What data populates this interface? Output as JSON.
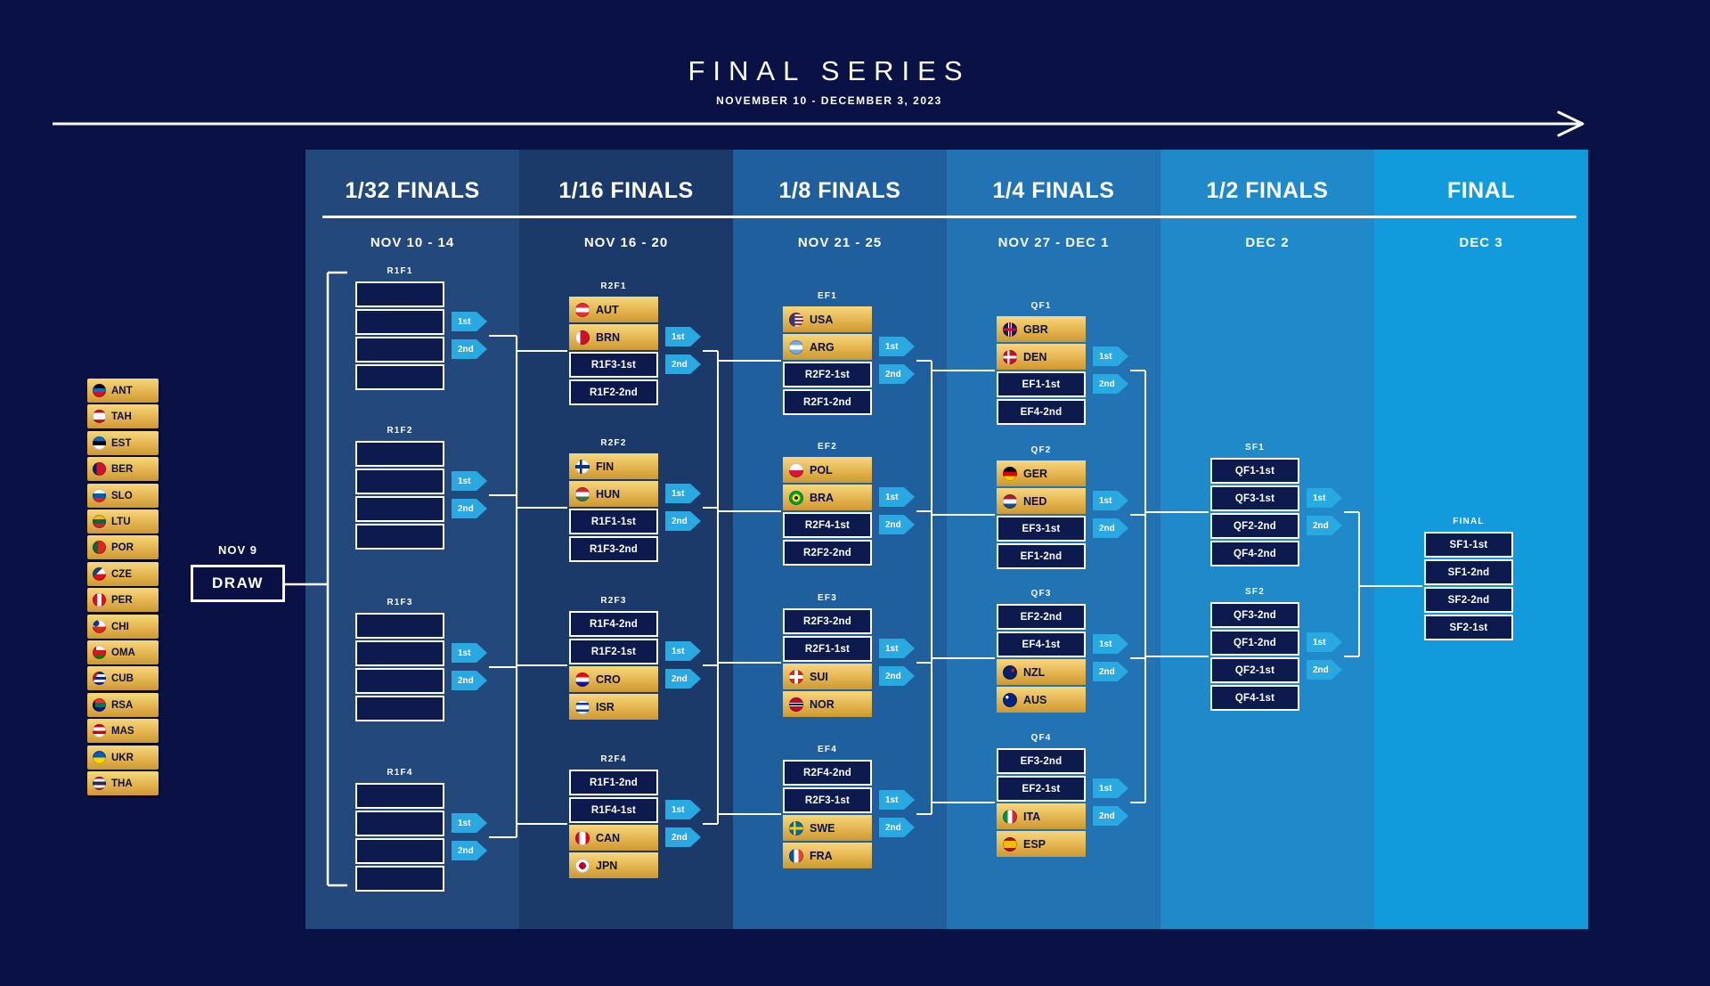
{
  "header": {
    "title": "FINAL SERIES",
    "subtitle": "NOVEMBER 10 - DECEMBER 3, 2023"
  },
  "draw": {
    "date": "NOV 9",
    "label": "DRAW"
  },
  "badges": {
    "first": "1st",
    "second": "2nd"
  },
  "colors": {
    "background": "#0a1144",
    "gold": "#e2b14b",
    "badge_blue": "#29a9e1",
    "line": "#ffffff",
    "panel_colors": [
      "#23487c",
      "#1b3a6a",
      "#1f5f9e",
      "#2273b4",
      "#2089ca",
      "#129bdc"
    ]
  },
  "entry_teams": [
    {
      "code": "ANT",
      "flag": "linear-gradient(180deg,#000000 0%,#000000 35%,#0072c6 35%,#0072c6 60%,#ce1126 60%,#ce1126 100%)"
    },
    {
      "code": "TAH",
      "flag": "linear-gradient(180deg,#ce1126 0%,#ce1126 25%,#ffffff 25%,#ffffff 75%,#ce1126 75%,#ce1126 100%)"
    },
    {
      "code": "EST",
      "flag": "linear-gradient(180deg,#0072ce 0%,#0072ce 33%,#000000 33%,#000000 66%,#ffffff 66%,#ffffff 100%)"
    },
    {
      "code": "BER",
      "flag": "linear-gradient(90deg,#012169 0%,#012169 30%,#cf142b 30%,#cf142b 100%)"
    },
    {
      "code": "SLO",
      "flag": "linear-gradient(180deg,#ffffff 0%,#ffffff 33%,#005da4 33%,#005da4 66%,#ed1c24 66%,#ed1c24 100%)"
    },
    {
      "code": "LTU",
      "flag": "linear-gradient(180deg,#fdb913 0%,#fdb913 33%,#006a44 33%,#006a44 66%,#c1272d 66%,#c1272d 100%)"
    },
    {
      "code": "POR",
      "flag": "linear-gradient(90deg,#046a38 0%,#046a38 40%,#da291c 40%,#da291c 100%)"
    },
    {
      "code": "CZE",
      "flag": "linear-gradient(135deg,#11457e 0%,#11457e 40%,rgba(0,0,0,0) 40%),linear-gradient(180deg,#ffffff 0%,#ffffff 50%,#d7141a 50%,#d7141a 100%)"
    },
    {
      "code": "PER",
      "flag": "linear-gradient(90deg,#d91023 0%,#d91023 33%,#ffffff 33%,#ffffff 66%,#d91023 66%,#d91023 100%)"
    },
    {
      "code": "CHI",
      "flag": "radial-gradient(circle at 25% 25%,#0039a6 0%,#0039a6 22%,rgba(0,0,0,0) 23%),linear-gradient(180deg,#ffffff 0%,#ffffff 50%,#d52b1e 50%,#d52b1e 100%)"
    },
    {
      "code": "OMA",
      "flag": "linear-gradient(90deg,#db161b 0%,#db161b 28%,rgba(0,0,0,0) 28%),linear-gradient(180deg,#ffffff 0%,#ffffff 33%,#db161b 33%,#db161b 66%,#008000 66%,#008000 100%)"
    },
    {
      "code": "CUB",
      "flag": "linear-gradient(120deg,#cb1515 0%,#cb1515 30%,rgba(0,0,0,0) 30%),linear-gradient(180deg,#002a8f 0%,#002a8f 20%,#ffffff 20%,#ffffff 40%,#002a8f 40%,#002a8f 60%,#ffffff 60%,#ffffff 80%,#002a8f 80%,#002a8f 100%)"
    },
    {
      "code": "RSA",
      "flag": "linear-gradient(90deg,#000000 0%,#000000 18%,rgba(0,0,0,0) 18%),linear-gradient(180deg,#de3831 0%,#de3831 33%,#007847 33%,#007847 66%,#001489 66%,#001489 100%)"
    },
    {
      "code": "MAS",
      "flag": "linear-gradient(180deg,#cc0001 0%,#cc0001 25%,#ffffff 25%,#ffffff 50%,#cc0001 50%,#cc0001 75%,#ffffff 75%,#ffffff 100%)"
    },
    {
      "code": "UKR",
      "flag": "linear-gradient(180deg,#005bbb 0%,#005bbb 50%,#ffd500 50%,#ffd500 100%)"
    },
    {
      "code": "THA",
      "flag": "linear-gradient(180deg,#a51931 0%,#a51931 18%,#f4f5f8 18%,#f4f5f8 36%,#2d2a4a 36%,#2d2a4a 64%,#f4f5f8 64%,#f4f5f8 82%,#a51931 82%,#a51931 100%)"
    }
  ],
  "columns": [
    {
      "title": "1/32 FINALS",
      "dates": "NOV 10 - 14",
      "groups": [
        {
          "label": "R1F1",
          "rows": [
            {
              "type": "empty"
            },
            {
              "type": "empty"
            },
            {
              "type": "empty"
            },
            {
              "type": "empty"
            }
          ]
        },
        {
          "label": "R1F2",
          "rows": [
            {
              "type": "empty"
            },
            {
              "type": "empty"
            },
            {
              "type": "empty"
            },
            {
              "type": "empty"
            }
          ]
        },
        {
          "label": "R1F3",
          "rows": [
            {
              "type": "empty"
            },
            {
              "type": "empty"
            },
            {
              "type": "empty"
            },
            {
              "type": "empty"
            }
          ]
        },
        {
          "label": "R1F4",
          "rows": [
            {
              "type": "empty"
            },
            {
              "type": "empty"
            },
            {
              "type": "empty"
            },
            {
              "type": "empty"
            }
          ]
        }
      ]
    },
    {
      "title": "1/16 FINALS",
      "dates": "NOV 16 - 20",
      "groups": [
        {
          "label": "R2F1",
          "rows": [
            {
              "type": "team",
              "code": "AUT",
              "flag": "linear-gradient(180deg,#ed2939 0%,#ed2939 33%,#ffffff 33%,#ffffff 66%,#ed2939 66%,#ed2939 100%)"
            },
            {
              "type": "team",
              "code": "BRN",
              "flag": "linear-gradient(90deg,#ffffff 0%,#ffffff 35%,#ce1126 35%,#ce1126 100%)"
            },
            {
              "type": "ref",
              "label": "R1F3-1st"
            },
            {
              "type": "ref",
              "label": "R1F2-2nd"
            }
          ]
        },
        {
          "label": "R2F2",
          "rows": [
            {
              "type": "team",
              "code": "FIN",
              "flag": "linear-gradient(90deg,rgba(0,0,0,0) 0%,rgba(0,0,0,0) 30%,#003580 30%,#003580 48%,rgba(0,0,0,0) 48%,rgba(0,0,0,0) 100%),linear-gradient(180deg,#ffffff 0%,#ffffff 38%,#003580 38%,#003580 62%,#ffffff 62%,#ffffff 100%)"
            },
            {
              "type": "team",
              "code": "HUN",
              "flag": "linear-gradient(180deg,#cd2a3e 0%,#cd2a3e 33%,#ffffff 33%,#ffffff 66%,#436f4d 66%,#436f4d 100%)"
            },
            {
              "type": "ref",
              "label": "R1F1-1st"
            },
            {
              "type": "ref",
              "label": "R1F3-2nd"
            }
          ]
        },
        {
          "label": "R2F3",
          "rows": [
            {
              "type": "ref",
              "label": "R1F4-2nd"
            },
            {
              "type": "ref",
              "label": "R1F2-1st"
            },
            {
              "type": "team",
              "code": "CRO",
              "flag": "linear-gradient(180deg,#ff0000 0%,#ff0000 33%,#ffffff 33%,#ffffff 66%,#171796 66%,#171796 100%)"
            },
            {
              "type": "team",
              "code": "ISR",
              "flag": "linear-gradient(180deg,#ffffff 0%,#ffffff 18%,#0038b8 18%,#0038b8 34%,#ffffff 34%,#ffffff 66%,#0038b8 66%,#0038b8 82%,#ffffff 82%,#ffffff 100%)"
            }
          ]
        },
        {
          "label": "R2F4",
          "rows": [
            {
              "type": "ref",
              "label": "R1F1-2nd"
            },
            {
              "type": "ref",
              "label": "R1F4-1st"
            },
            {
              "type": "team",
              "code": "CAN",
              "flag": "linear-gradient(90deg,#e4002b 0%,#e4002b 28%,#ffffff 28%,#ffffff 72%,#e4002b 72%,#e4002b 100%)"
            },
            {
              "type": "team",
              "code": "JPN",
              "flag": "radial-gradient(circle at 50% 50%,#bc002d 0%,#bc002d 34%,#ffffff 35%,#ffffff 100%)"
            }
          ]
        }
      ]
    },
    {
      "title": "1/8 FINALS",
      "dates": "NOV 21 - 25",
      "groups": [
        {
          "label": "EF1",
          "rows": [
            {
              "type": "team",
              "code": "USA",
              "flag": "linear-gradient(90deg,#3c3b6e 0%,#3c3b6e 40%,rgba(0,0,0,0) 40%),repeating-linear-gradient(180deg,#b22234 0px,#b22234 2px,#ffffff 2px,#ffffff 4px)"
            },
            {
              "type": "team",
              "code": "ARG",
              "flag": "linear-gradient(180deg,#74acdf 0%,#74acdf 33%,#ffffff 33%,#ffffff 66%,#74acdf 66%,#74acdf 100%)"
            },
            {
              "type": "ref",
              "label": "R2F2-1st"
            },
            {
              "type": "ref",
              "label": "R2F1-2nd"
            }
          ]
        },
        {
          "label": "EF2",
          "rows": [
            {
              "type": "team",
              "code": "POL",
              "flag": "linear-gradient(180deg,#ffffff 0%,#ffffff 50%,#dc143c 50%,#dc143c 100%)"
            },
            {
              "type": "team",
              "code": "BRA",
              "flag": "radial-gradient(circle at 50% 50%,#002776 0%,#002776 18%,#ffdf00 19%,#ffdf00 38%,#009c3b 39%,#009c3b 100%)"
            },
            {
              "type": "ref",
              "label": "R2F4-1st"
            },
            {
              "type": "ref",
              "label": "R2F2-2nd"
            }
          ]
        },
        {
          "label": "EF3",
          "rows": [
            {
              "type": "ref",
              "label": "R2F3-2nd"
            },
            {
              "type": "ref",
              "label": "R2F1-1st"
            },
            {
              "type": "team",
              "code": "SUI",
              "flag": "linear-gradient(180deg,rgba(0,0,0,0) 0%,rgba(0,0,0,0) 38%,#ffffff 38%,#ffffff 62%,rgba(0,0,0,0) 62%,rgba(0,0,0,0) 100%),linear-gradient(90deg,#d52b1e 0%,#d52b1e 38%,#ffffff 38%,#ffffff 62%,#d52b1e 62%,#d52b1e 100%)"
            },
            {
              "type": "team",
              "code": "NOR",
              "flag": "linear-gradient(180deg,#ba0c2f 0%,#ba0c2f 36%,#ffffff 36%,#ffffff 44%,#00205b 44%,#00205b 56%,#ffffff 56%,#ffffff 64%,#ba0c2f 64%,#ba0c2f 100%)"
            }
          ]
        },
        {
          "label": "EF4",
          "rows": [
            {
              "type": "ref",
              "label": "R2F4-2nd"
            },
            {
              "type": "ref",
              "label": "R2F3-1st"
            },
            {
              "type": "team",
              "code": "SWE",
              "flag": "linear-gradient(90deg,rgba(0,0,0,0) 0%,rgba(0,0,0,0) 30%,#fecc02 30%,#fecc02 46%,rgba(0,0,0,0) 46%),linear-gradient(180deg,#006aa7 0%,#006aa7 40%,#fecc02 40%,#fecc02 60%,#006aa7 60%,#006aa7 100%)"
            },
            {
              "type": "team",
              "code": "FRA",
              "flag": "linear-gradient(90deg,#0055a4 0%,#0055a4 33%,#ffffff 33%,#ffffff 66%,#ef4135 66%,#ef4135 100%)"
            }
          ]
        }
      ]
    },
    {
      "title": "1/4 FINALS",
      "dates": "NOV 27 - DEC 1",
      "groups": [
        {
          "label": "QF1",
          "rows": [
            {
              "type": "team",
              "code": "GBR",
              "flag": "linear-gradient(180deg,rgba(0,0,0,0) 0%,rgba(0,0,0,0) 40%,#c8102e 40%,#c8102e 60%,rgba(0,0,0,0) 60%),linear-gradient(90deg,#012169 0%,#012169 38%,#ffffff 38%,#ffffff 44%,#c8102e 44%,#c8102e 56%,#ffffff 56%,#ffffff 62%,#012169 62%,#012169 100%)"
            },
            {
              "type": "team",
              "code": "DEN",
              "flag": "linear-gradient(180deg,rgba(0,0,0,0) 0%,rgba(0,0,0,0) 40%,#ffffff 40%,#ffffff 60%,rgba(0,0,0,0) 60%),linear-gradient(90deg,#c8102e 0%,#c8102e 32%,#ffffff 32%,#ffffff 48%,#c8102e 48%,#c8102e 100%)"
            },
            {
              "type": "ref",
              "label": "EF1-1st"
            },
            {
              "type": "ref",
              "label": "EF4-2nd"
            }
          ]
        },
        {
          "label": "QF2",
          "rows": [
            {
              "type": "team",
              "code": "GER",
              "flag": "linear-gradient(180deg,#000000 0%,#000000 33%,#dd0000 33%,#dd0000 66%,#ffce00 66%,#ffce00 100%)"
            },
            {
              "type": "team",
              "code": "NED",
              "flag": "linear-gradient(180deg,#ae1c28 0%,#ae1c28 33%,#ffffff 33%,#ffffff 66%,#21468b 66%,#21468b 100%)"
            },
            {
              "type": "ref",
              "label": "EF3-1st"
            },
            {
              "type": "ref",
              "label": "EF1-2nd"
            }
          ]
        },
        {
          "label": "QF3",
          "rows": [
            {
              "type": "ref",
              "label": "EF2-2nd"
            },
            {
              "type": "ref",
              "label": "EF4-1st"
            },
            {
              "type": "team",
              "code": "NZL",
              "flag": "radial-gradient(circle at 70% 35%,#cc142b 0%,#cc142b 12%,rgba(0,0,0,0) 13%),linear-gradient(180deg,#012169 0%,#012169 100%)"
            },
            {
              "type": "team",
              "code": "AUS",
              "flag": "radial-gradient(circle at 30% 30%,#ffffff 0%,#ffffff 10%,rgba(0,0,0,0) 11%),linear-gradient(180deg,#00247d 0%,#00247d 100%)"
            }
          ]
        },
        {
          "label": "QF4",
          "rows": [
            {
              "type": "ref",
              "label": "EF3-2nd"
            },
            {
              "type": "ref",
              "label": "EF2-1st"
            },
            {
              "type": "team",
              "code": "ITA",
              "flag": "linear-gradient(90deg,#009246 0%,#009246 33%,#ffffff 33%,#ffffff 66%,#ce2b37 66%,#ce2b37 100%)"
            },
            {
              "type": "team",
              "code": "ESP",
              "flag": "linear-gradient(180deg,#aa151b 0%,#aa151b 25%,#f1bf00 25%,#f1bf00 75%,#aa151b 75%,#aa151b 100%)"
            }
          ]
        }
      ]
    },
    {
      "title": "1/2 FINALS",
      "dates": "DEC 2",
      "groups": [
        {
          "label": "SF1",
          "rows": [
            {
              "type": "ref",
              "label": "QF1-1st"
            },
            {
              "type": "ref",
              "label": "QF3-1st"
            },
            {
              "type": "ref",
              "label": "QF2-2nd"
            },
            {
              "type": "ref",
              "label": "QF4-2nd"
            }
          ]
        },
        {
          "label": "SF2",
          "rows": [
            {
              "type": "ref",
              "label": "QF3-2nd"
            },
            {
              "type": "ref",
              "label": "QF1-2nd"
            },
            {
              "type": "ref",
              "label": "QF2-1st"
            },
            {
              "type": "ref",
              "label": "QF4-1st"
            }
          ]
        }
      ]
    },
    {
      "title": "FINAL",
      "dates": "DEC 3",
      "groups": [
        {
          "label": "FINAL",
          "rows": [
            {
              "type": "ref",
              "label": "SF1-1st"
            },
            {
              "type": "ref",
              "label": "SF1-2nd"
            },
            {
              "type": "ref",
              "label": "SF2-2nd"
            },
            {
              "type": "ref",
              "label": "SF2-1st"
            }
          ]
        }
      ]
    }
  ]
}
